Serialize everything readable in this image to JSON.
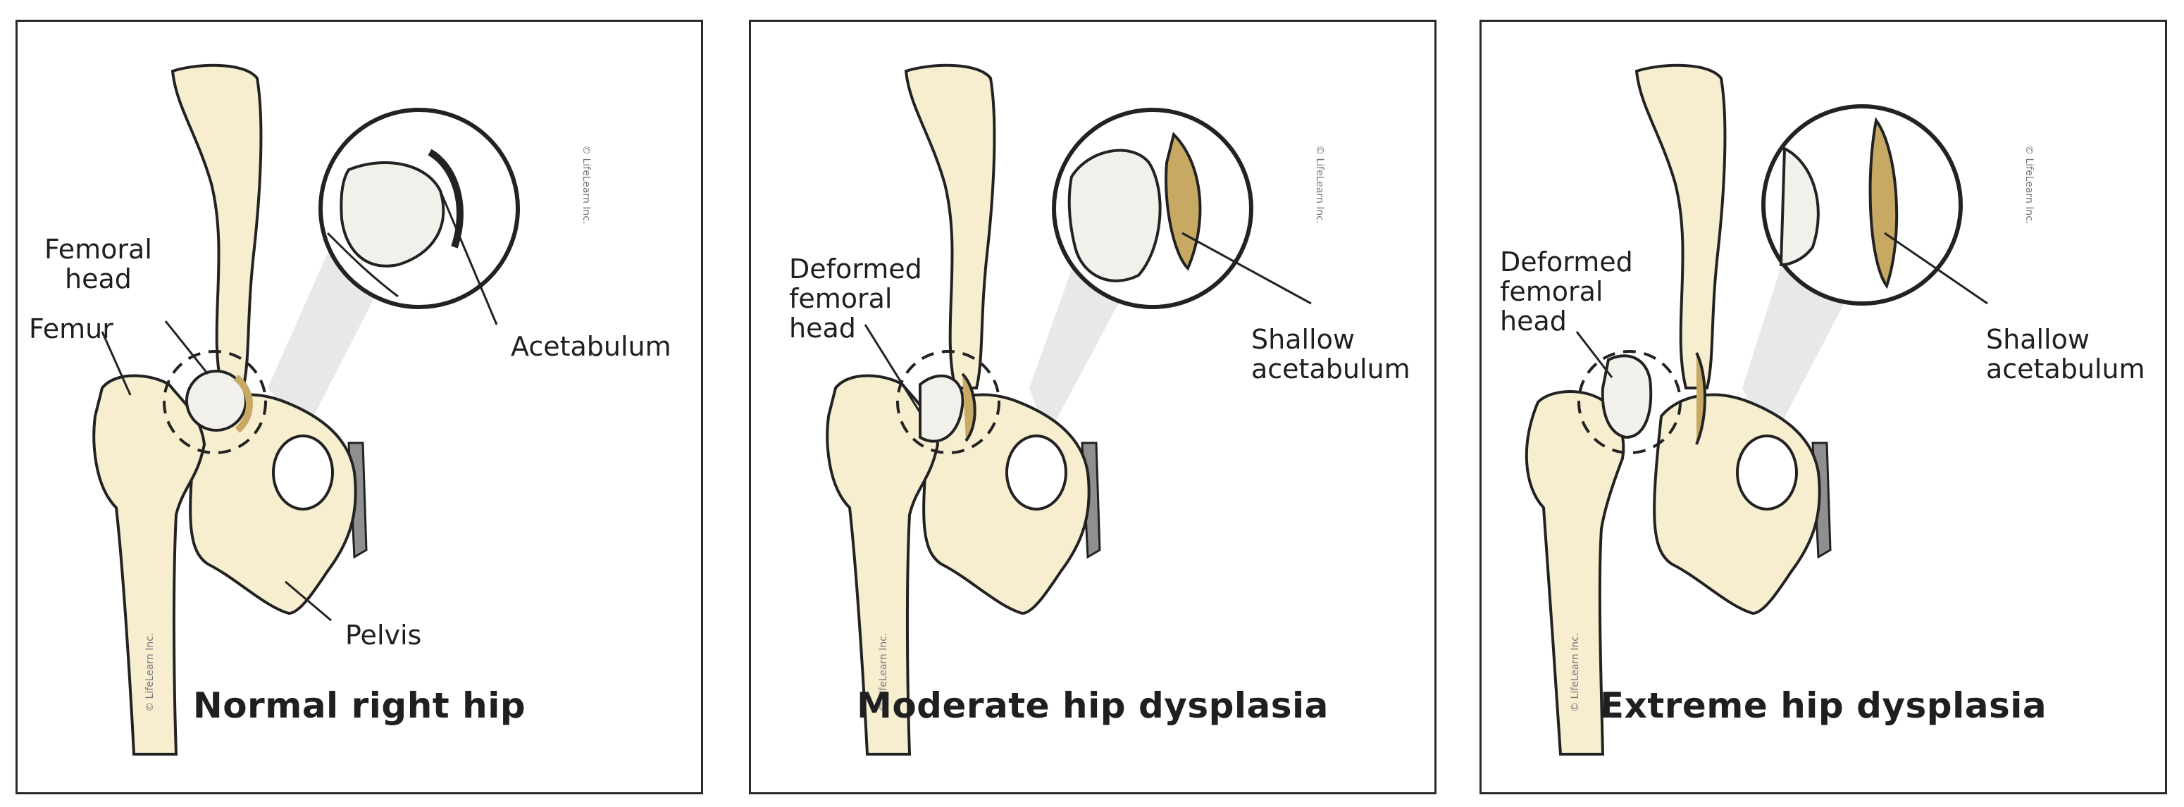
{
  "panels": [
    {
      "title": "Normal right hip",
      "labels": {
        "femoral_head": "Femoral\nhead",
        "femur": "Femur",
        "acetabulum": "Acetabulum",
        "pelvis": "Pelvis"
      },
      "watermark": "© LifeLearn Inc."
    },
    {
      "title": "Moderate hip dysplasia",
      "labels": {
        "deformed_femoral_head": "Deformed\nfemoral\nhead",
        "shallow_acetabulum": "Shallow\nacetabulum"
      },
      "watermark": "© LifeLearn Inc."
    },
    {
      "title": "Extreme hip dysplasia",
      "labels": {
        "deformed_femoral_head": "Deformed\nfemoral\nhead",
        "shallow_acetabulum": "Shallow\nacetabulum"
      },
      "watermark": "© LifeLearn Inc."
    }
  ],
  "colors": {
    "bone": "#f7eed0",
    "bone_light": "#f2f0ea",
    "cartilage": "#c8a964",
    "outline": "#222222",
    "magnify_cone": "#e7e7e7",
    "shadow": "#8f8f8f"
  }
}
